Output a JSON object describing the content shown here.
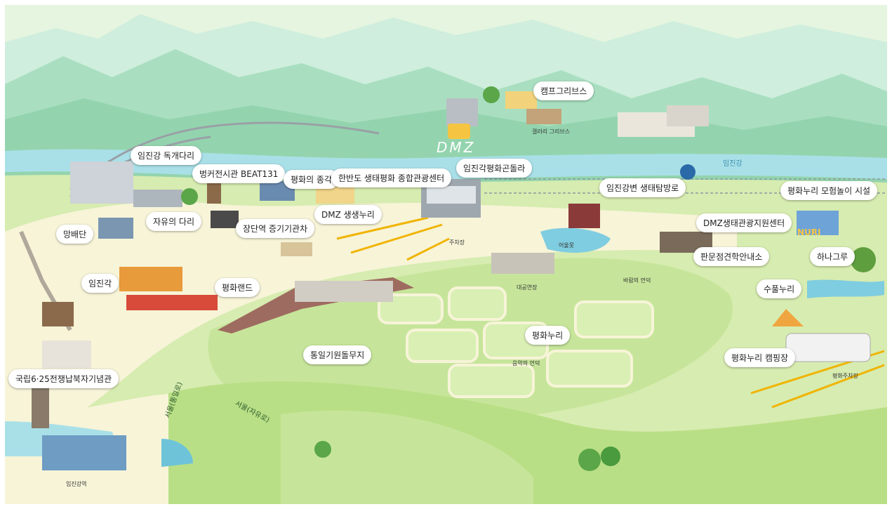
{
  "map": {
    "colors": {
      "border": "#8cc63f",
      "mountain_far": "#cfeedd",
      "mountain_mid": "#a9dfc0",
      "river": "#a9e0e8",
      "field": "#d7ecb0",
      "path": "#f7f4d8",
      "park": "#c6e59a"
    },
    "labels": {
      "camp_greaves": "캠프그리브스",
      "imjingang_bridge": "임진강 독개다리",
      "bunker_beat131": "벙커전시관 BEAT131",
      "peace_bell": "평화의 종각",
      "peace_tour_center": "한반도 생태평화 종합관광센터",
      "gondola": "임진각평화곤돌라",
      "ecology_trail": "임진강변 생태탐방로",
      "adventure_facility": "평화누리 모험놀이 시설",
      "freedom_bridge": "자유의 다리",
      "mangbaedan": "망배단",
      "steam_locomotive": "장단역 증기기관차",
      "dmz_saengsaeng": "DMZ 생생누리",
      "dmz_eco_center": "DMZ생태관광지원센터",
      "panmunjom_info": "판문점견학안내소",
      "hanagru": "하나그루",
      "imjingak": "임진각",
      "peace_land": "평화랜드",
      "supul_nuri": "수풀누리",
      "unification_stone": "통일기원돌무지",
      "pyeonghwa_nuri": "평화누리",
      "camping": "평화누리 캠핑장",
      "war_memorial": "국립6·25전쟁납북자기념관"
    },
    "small_labels": {
      "gallery_greaves": "갤러리 그리브스",
      "parking": "주차장",
      "pond": "어울못",
      "hill_wind": "바람의 언덕",
      "outdoor_stage": "대공연장",
      "music_hill": "음악의 언덕",
      "peace_parking": "평화주차장",
      "imjingang_station": "임진강역"
    },
    "river_name": "임진강",
    "sign_text": "DMZ",
    "park_sign": "NURI",
    "directions": {
      "seoul_tongil": "서울(통일로)",
      "seoul_jayu": "서울(자유로)"
    }
  }
}
